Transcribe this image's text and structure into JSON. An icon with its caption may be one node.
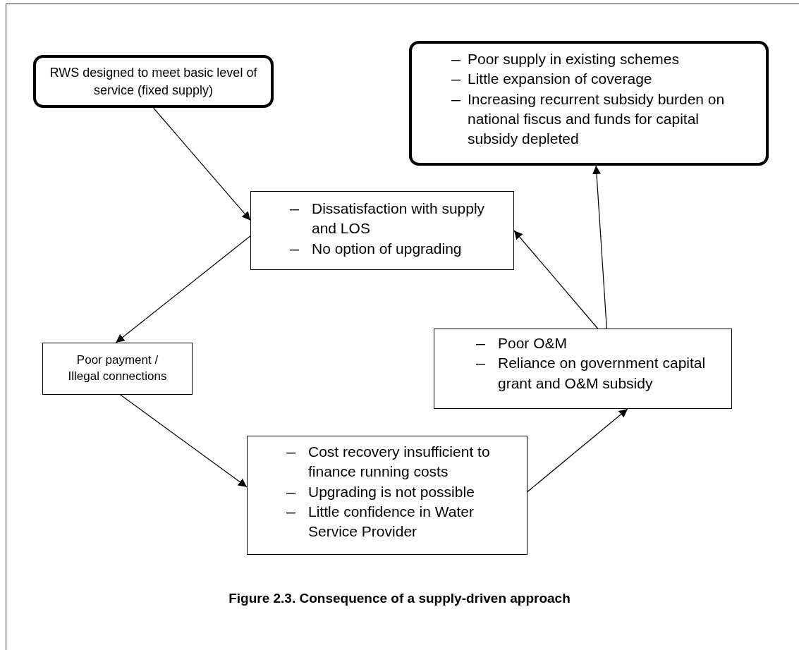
{
  "diagram": {
    "caption": "Figure 2.3. Consequence of a supply-driven approach",
    "nodes": [
      {
        "text": [
          "RWS designed to meet basic level of service (fixed supply)"
        ]
      },
      {
        "text": [
          "Poor supply in existing schemes",
          "Little expansion of coverage",
          "Increasing recurrent subsidy burden on national fiscus and funds for capital subsidy depleted"
        ]
      },
      {
        "text": [
          "Dissatisfaction with supply and LOS",
          "No option of upgrading"
        ]
      },
      {
        "text": [
          "Poor payment / Illegal connections"
        ]
      },
      {
        "text": [
          "Poor O&M",
          "Reliance on government capital grant and O&M subsidy"
        ]
      },
      {
        "text": [
          "Cost recovery insufficient to finance running costs",
          "Upgrading is not possible",
          "Little confidence in Water Service Provider"
        ]
      }
    ],
    "edges": [
      {
        "from": 0,
        "to": 2,
        "arrow": "to"
      },
      {
        "from": 2,
        "to": 3,
        "arrow": "to"
      },
      {
        "from": 3,
        "to": 5,
        "arrow": "to"
      },
      {
        "from": 5,
        "to": 4,
        "arrow": "to"
      },
      {
        "from": 4,
        "to": 2,
        "arrow": "to"
      },
      {
        "from": 4,
        "to": 1,
        "arrow": "to"
      }
    ]
  }
}
